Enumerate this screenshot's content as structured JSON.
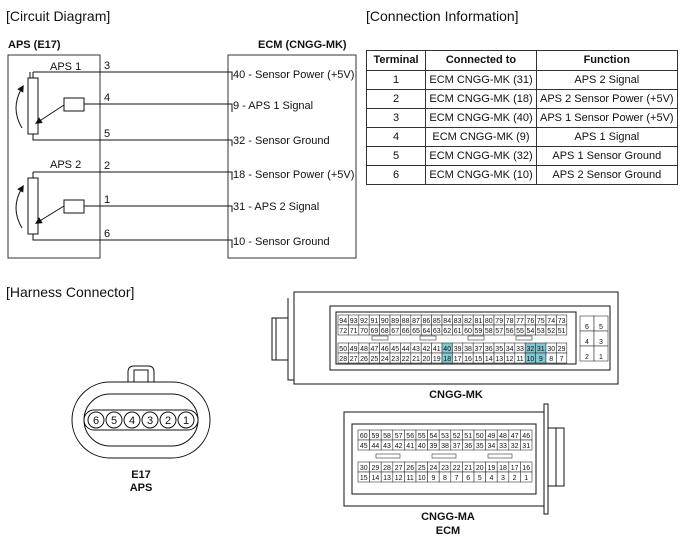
{
  "headings": {
    "circuit": "[Circuit Diagram]",
    "connection": "[Connection Information]",
    "harness": "[Harness Connector]"
  },
  "aps": {
    "title": "APS (E17)",
    "sensors": [
      "APS 1",
      "APS 2"
    ],
    "pins": [
      "3",
      "4",
      "5",
      "2",
      "1",
      "6"
    ]
  },
  "ecm": {
    "title": "ECM (CNGG-MK)",
    "terminals": [
      {
        "pin": "40",
        "label": " - Sensor Power (+5V)"
      },
      {
        "pin": "9",
        "label": " - APS 1 Signal"
      },
      {
        "pin": "32",
        "label": " - Sensor Ground"
      },
      {
        "pin": "18",
        "label": " - Sensor Power (+5V)"
      },
      {
        "pin": "31",
        "label": " - APS 2 Signal"
      },
      {
        "pin": "10",
        "label": " - Sensor Ground"
      }
    ]
  },
  "table": {
    "headers": [
      "Terminal",
      "Connected to",
      "Function"
    ],
    "rows": [
      [
        "1",
        "ECM CNGG-MK (31)",
        "APS 2 Signal"
      ],
      [
        "2",
        "ECM CNGG-MK (18)",
        "APS 2 Sensor Power (+5V)"
      ],
      [
        "3",
        "ECM CNGG-MK (40)",
        "APS 1 Sensor Power (+5V)"
      ],
      [
        "4",
        "ECM CNGG-MK (9)",
        "APS 1 Signal"
      ],
      [
        "5",
        "ECM CNGG-MK (32)",
        "APS 1 Sensor Ground"
      ],
      [
        "6",
        "ECM CNGG-MK (10)",
        "APS 2 Sensor Ground"
      ]
    ]
  },
  "e17": {
    "pins": [
      "6",
      "5",
      "4",
      "3",
      "2",
      "1"
    ],
    "label1": "E17",
    "label2": "APS"
  },
  "mk": {
    "label": "CNGG-MK",
    "row1": [
      "94",
      "93",
      "92",
      "91",
      "90",
      "89",
      "88",
      "87",
      "86",
      "85",
      "84",
      "83",
      "82",
      "81",
      "80",
      "79",
      "78",
      "77",
      "76",
      "75",
      "74",
      "73"
    ],
    "row2": [
      "72",
      "71",
      "70",
      "69",
      "68",
      "67",
      "66",
      "65",
      "64",
      "63",
      "62",
      "61",
      "60",
      "59",
      "58",
      "57",
      "56",
      "55",
      "54",
      "53",
      "52",
      "51"
    ],
    "row3": [
      "50",
      "49",
      "48",
      "47",
      "46",
      "45",
      "44",
      "43",
      "42",
      "41",
      "40",
      "39",
      "38",
      "37",
      "36",
      "35",
      "34",
      "33",
      "32",
      "31",
      "30",
      "29"
    ],
    "row4": [
      "28",
      "27",
      "26",
      "25",
      "24",
      "23",
      "22",
      "21",
      "20",
      "19",
      "18",
      "17",
      "16",
      "15",
      "14",
      "13",
      "12",
      "11",
      "10",
      "9",
      "8",
      "7"
    ],
    "side": [
      [
        "6",
        "5"
      ],
      [
        "4",
        "3"
      ],
      [
        "2",
        "1"
      ]
    ],
    "highlight": [
      "40",
      "18",
      "32",
      "31",
      "10",
      "9"
    ],
    "highlight_color": "#7fc9d0"
  },
  "ma": {
    "label1": "CNGG-MA",
    "label2": "ECM",
    "row1": [
      "60",
      "59",
      "58",
      "57",
      "56",
      "55",
      "54",
      "53",
      "52",
      "51",
      "50",
      "49",
      "48",
      "47",
      "46"
    ],
    "row2": [
      "45",
      "44",
      "43",
      "42",
      "41",
      "40",
      "39",
      "38",
      "37",
      "36",
      "35",
      "34",
      "33",
      "32",
      "31"
    ],
    "row3": [
      "30",
      "29",
      "28",
      "27",
      "26",
      "25",
      "24",
      "23",
      "22",
      "21",
      "20",
      "19",
      "18",
      "17",
      "16"
    ],
    "row4": [
      "15",
      "14",
      "13",
      "12",
      "11",
      "10",
      "9",
      "8",
      "7",
      "6",
      "5",
      "4",
      "3",
      "2",
      "1"
    ]
  }
}
